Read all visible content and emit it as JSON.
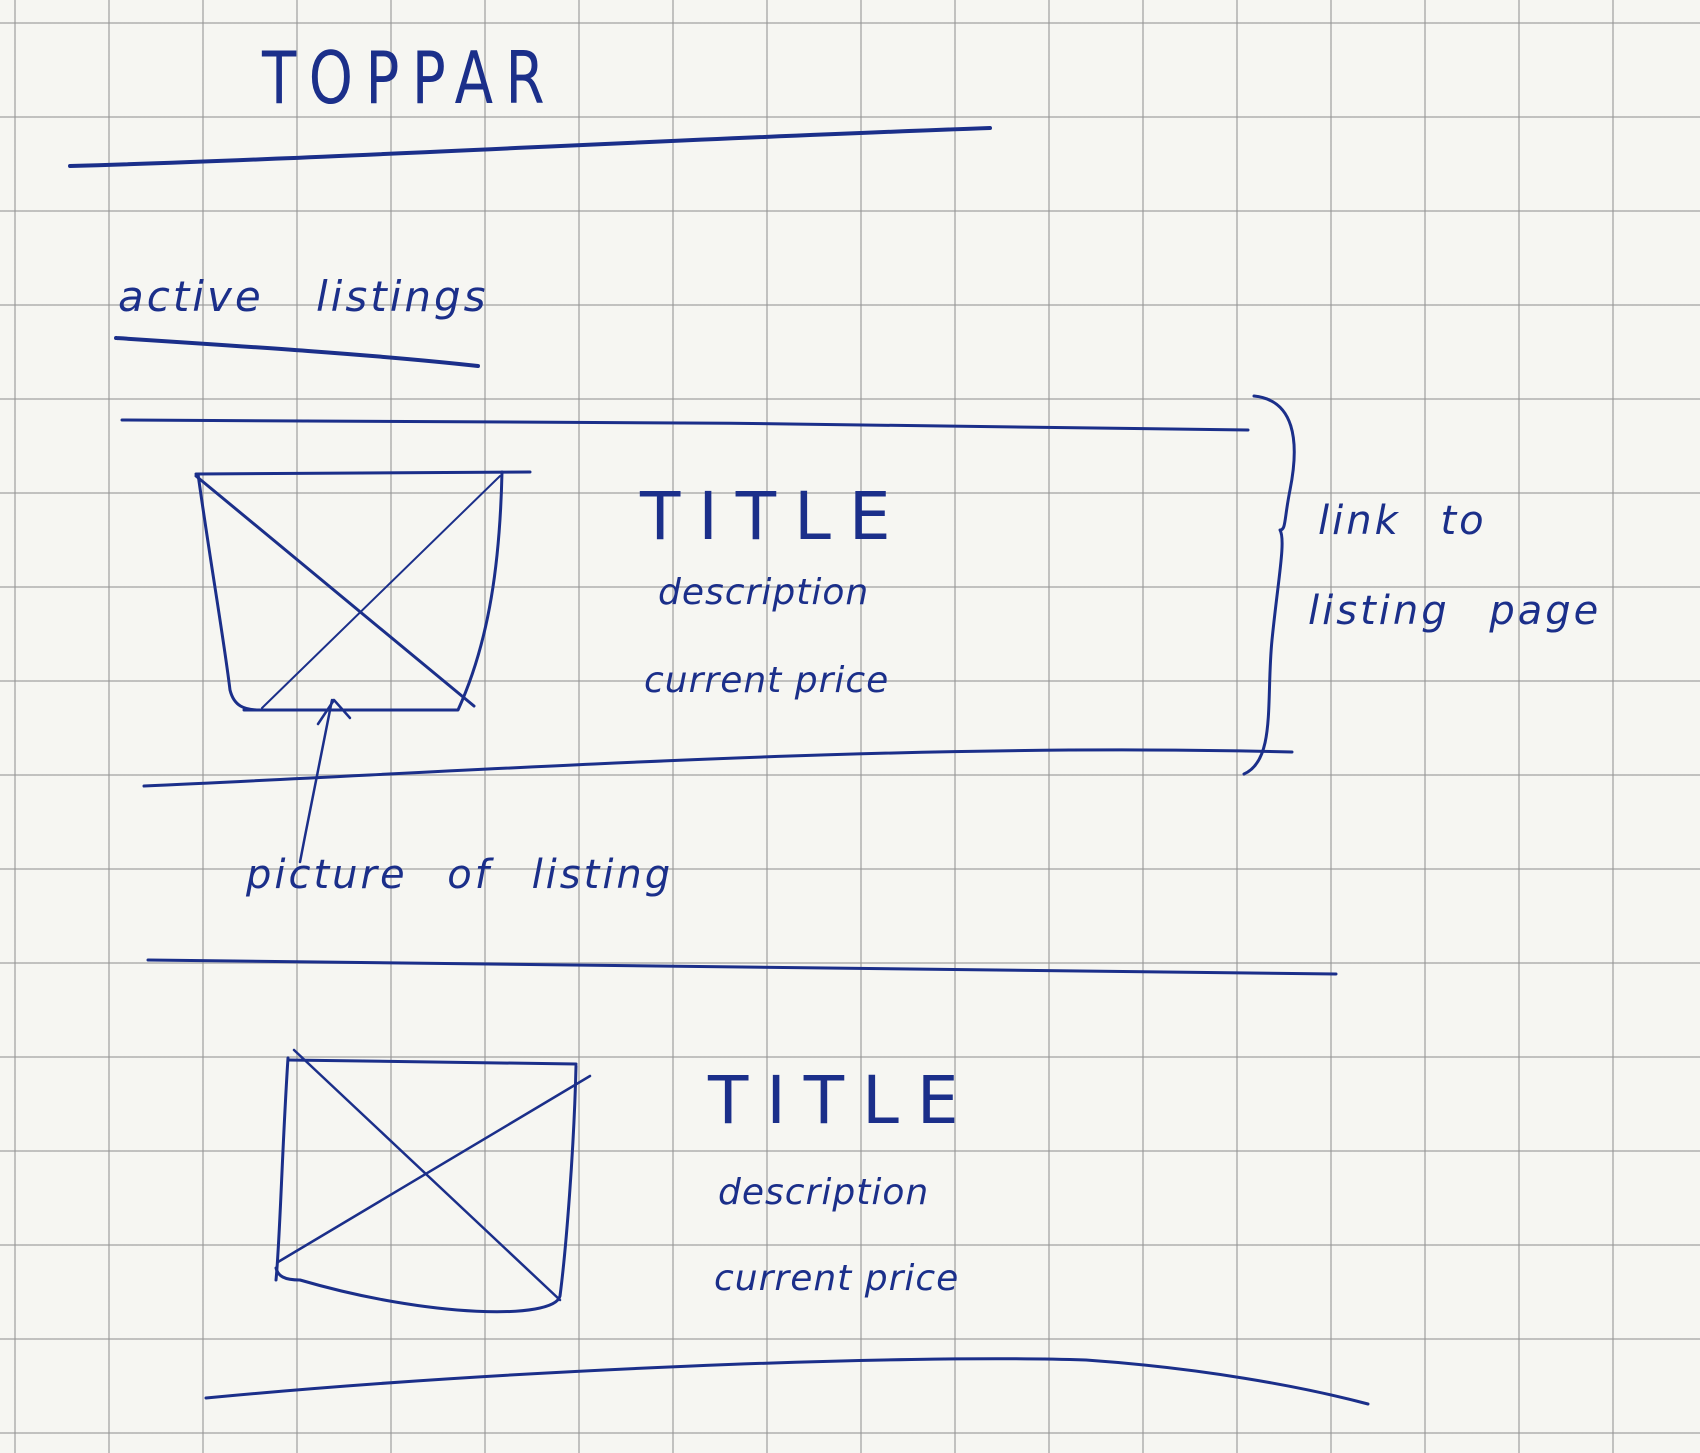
{
  "topbar": {
    "label": "TOPPAR"
  },
  "section": {
    "title": "active listings"
  },
  "listings": [
    {
      "title": "TITLE",
      "description": "description",
      "price_label": "current price"
    },
    {
      "title": "TITLE",
      "description": "description",
      "price_label": "current price"
    }
  ],
  "annotations": {
    "link_line1": "link to",
    "link_line2": "listing page",
    "picture_note": "picture of listing"
  },
  "colors": {
    "ink": "#1b2f8a",
    "paper": "#f6f6f2",
    "grid": "#969696"
  }
}
